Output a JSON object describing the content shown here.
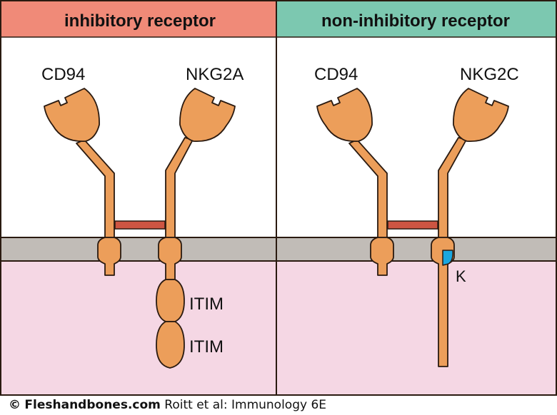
{
  "panels": [
    {
      "title": "inhibitory receptor",
      "header_color": "#f08a78",
      "chains": [
        {
          "label": "CD94",
          "tail": "short"
        },
        {
          "label": "NKG2A",
          "tail": "ITIM"
        }
      ],
      "motifs": [
        "ITIM",
        "ITIM"
      ]
    },
    {
      "title": "non-inhibitory receptor",
      "header_color": "#7cc8b0",
      "chains": [
        {
          "label": "CD94",
          "tail": "short"
        },
        {
          "label": "NKG2C",
          "tail": "long"
        }
      ],
      "transmembrane_residue": "K",
      "transmembrane_residue_color": "#1aa7e0"
    }
  ],
  "colors": {
    "protein": "#ec9e5a",
    "disulfide_bond": "#cd5542",
    "membrane": "#c1bcb7",
    "cytoplasm": "#f5d7e4",
    "extracellular": "#ffffff",
    "outline": "#2a1a10"
  },
  "footer": {
    "copyright_symbol": "©",
    "brand": "Fleshandbones.com",
    "citation": "Roitt et al: Immunology 6E"
  }
}
